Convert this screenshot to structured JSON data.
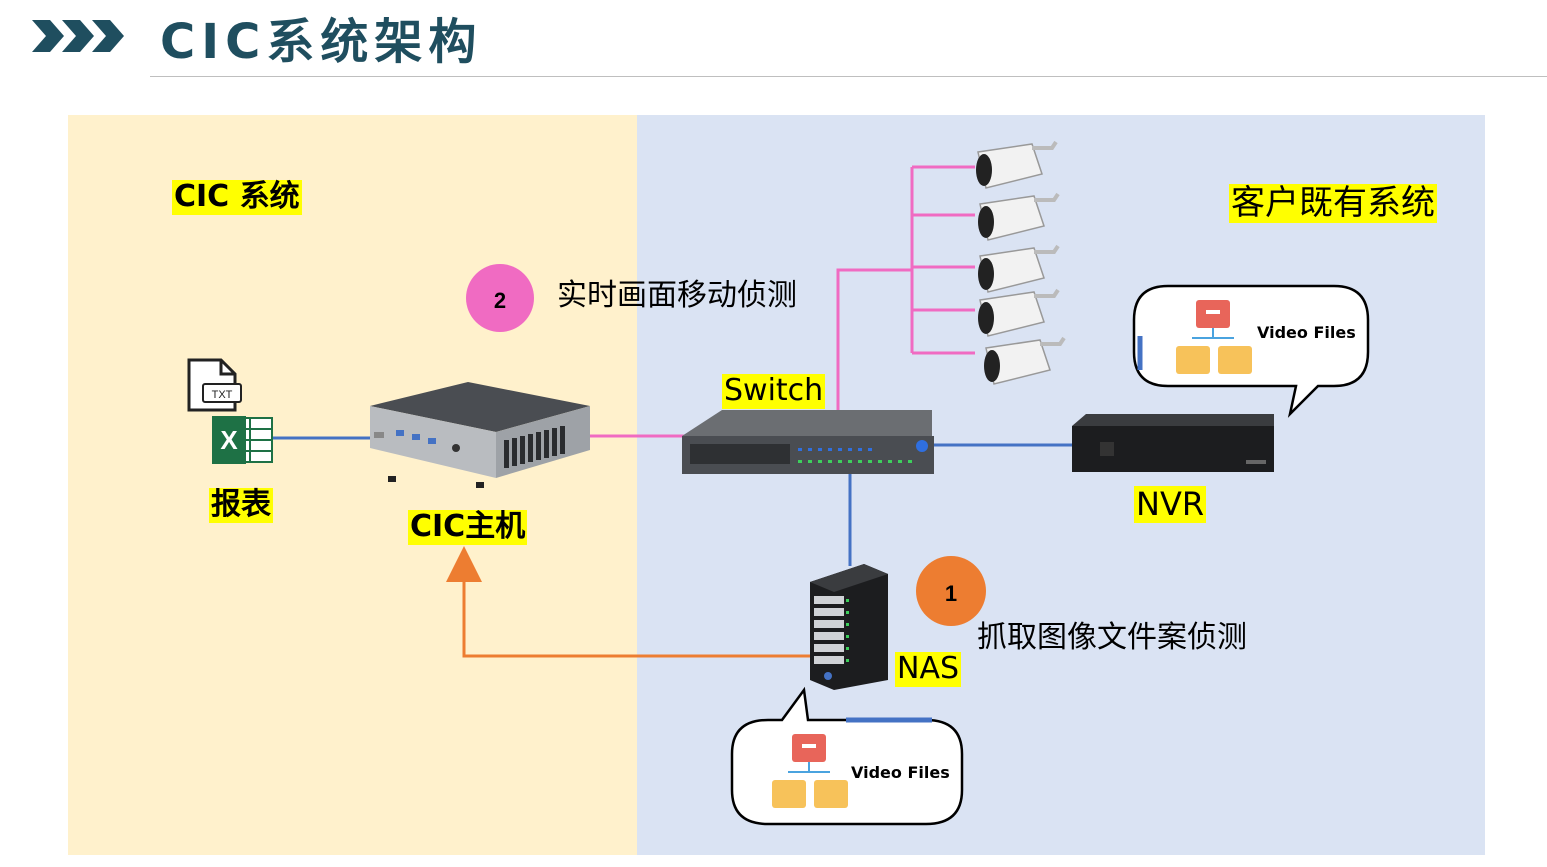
{
  "slide": {
    "title": "CIC系统架构"
  },
  "zones": {
    "cic_label": "CIC 系统",
    "customer_label": "客户既有系统"
  },
  "nodes": {
    "report": "报表",
    "txt_icon": "TXT",
    "excel_icon": "X",
    "cic_host": "CIC主机",
    "switch": "Switch",
    "nvr": "NVR",
    "nas": "NAS"
  },
  "steps": [
    {
      "number": "2",
      "text": "实时画面移动侦测",
      "color": "#f06bc2"
    },
    {
      "number": "1",
      "text": "抓取图像文件案侦测",
      "color": "#ed7d31"
    }
  ],
  "callouts": {
    "nvr_files": "Video Files",
    "nas_files": "Video Files"
  },
  "colors": {
    "title": "#1f4e5f",
    "cic_zone": "#fff1cc",
    "customer_zone": "#dae3f3",
    "link_blue": "#4472c4",
    "link_pink": "#f06bc2",
    "link_orange": "#ed7d31",
    "highlight": "#ffff00"
  }
}
